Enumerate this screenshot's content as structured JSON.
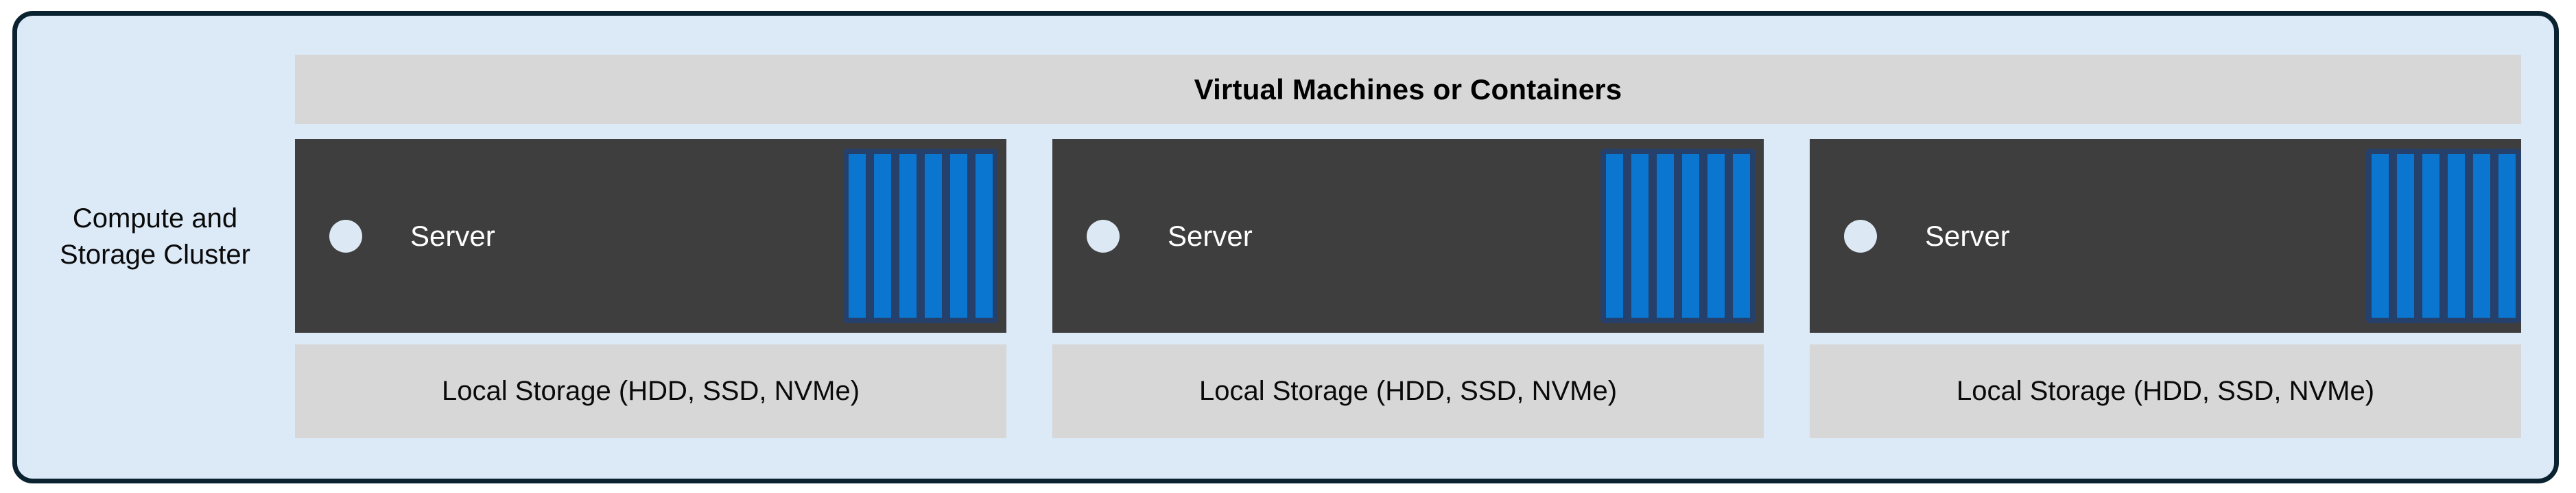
{
  "diagram": {
    "cluster_caption": "Compute and\nStorage Cluster",
    "top_band_label": "Virtual Machines or Containers",
    "colors": {
      "frame_fill": "#dce9f7",
      "frame_border": "#0b2230",
      "band_fill": "#d7d7d7",
      "server_fill": "#3e3e3e",
      "server_text": "#ffffff",
      "led_fill": "#dce9f5",
      "disk_fill": "#0b76d0",
      "disk_border": "#26406c"
    },
    "nodes": [
      {
        "server_label": "Server",
        "led_icon": "status-led-icon",
        "disk_count": 6,
        "storage_label": "Local Storage (HDD, SSD, NVMe)"
      },
      {
        "server_label": "Server",
        "led_icon": "status-led-icon",
        "disk_count": 6,
        "storage_label": "Local Storage (HDD, SSD, NVMe)"
      },
      {
        "server_label": "Server",
        "led_icon": "status-led-icon",
        "disk_count": 6,
        "storage_label": "Local Storage (HDD, SSD, NVMe)"
      }
    ]
  }
}
